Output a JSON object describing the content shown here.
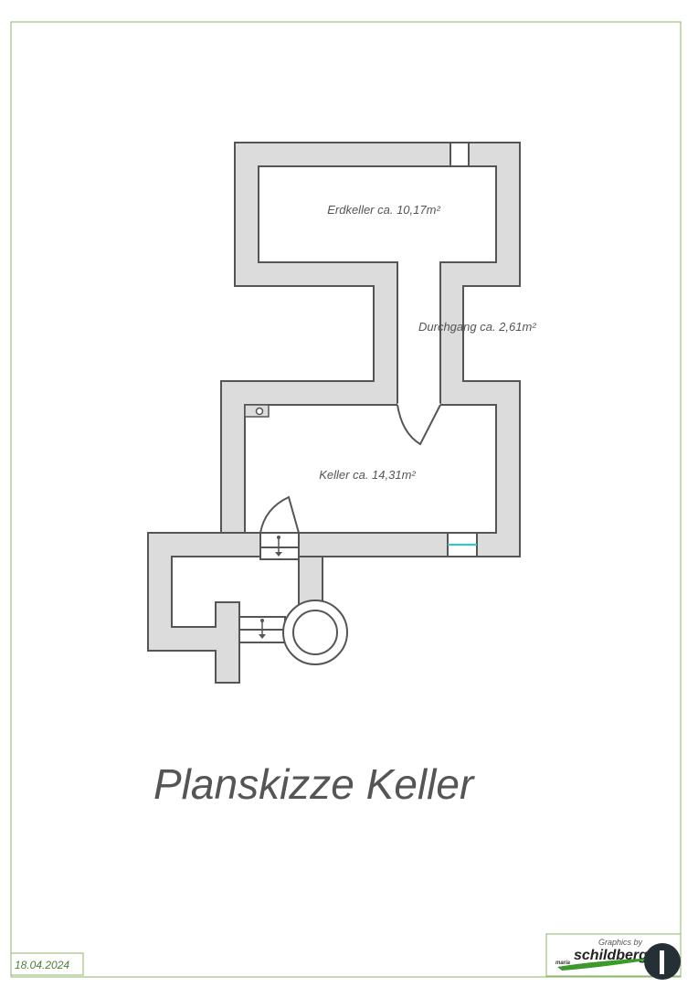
{
  "plan": {
    "rooms": [
      {
        "name": "Erdkeller",
        "label": "Erdkeller ca. 10,17m²"
      },
      {
        "name": "Durchgang",
        "label": "Durchgang ca. 2,61m²"
      },
      {
        "name": "Keller",
        "label": "Keller ca. 14,31m²"
      }
    ],
    "title": "Planskizze Keller",
    "date": "18.04.2024"
  },
  "logo": {
    "tagline": "Graphics by",
    "brand": "schildberg",
    "prefix": "maria"
  },
  "colors": {
    "border": "#8db56a",
    "wall_fill": "#dcdcdc",
    "wall_stroke": "#555555",
    "window_accent": "#27c9d9",
    "logo_green": "#3a9a2a"
  }
}
